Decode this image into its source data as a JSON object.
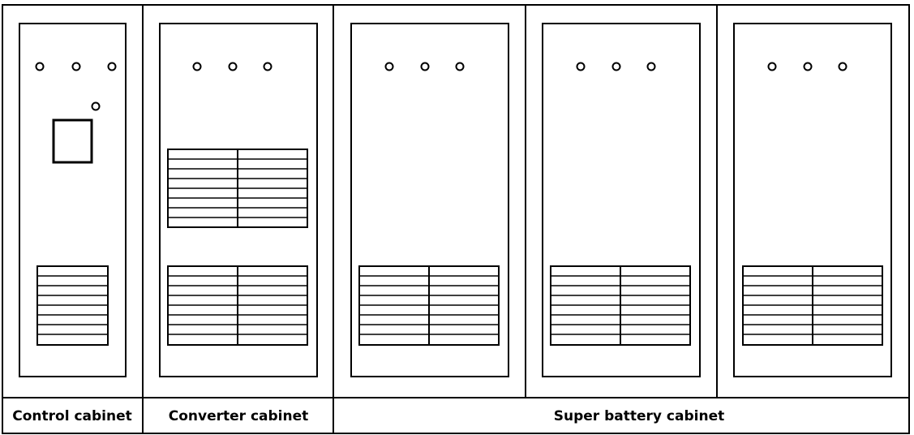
{
  "labels": {
    "control": "Control cabinet",
    "converter": "Converter cabinet",
    "super_battery": "Super battery cabinet"
  },
  "colors": {
    "line": "#000000",
    "background": "#ffffff"
  },
  "cabinets": [
    {
      "kind": "control",
      "indicator_lights": 3,
      "extra_indicator": 1,
      "display_screen": 1,
      "vent_grilles": 1
    },
    {
      "kind": "converter",
      "indicator_lights": 3,
      "vent_grilles": 2
    },
    {
      "kind": "super-battery",
      "indicator_lights": 3,
      "vent_grilles": 1
    },
    {
      "kind": "super-battery",
      "indicator_lights": 3,
      "vent_grilles": 1
    },
    {
      "kind": "super-battery",
      "indicator_lights": 3,
      "vent_grilles": 1
    }
  ]
}
